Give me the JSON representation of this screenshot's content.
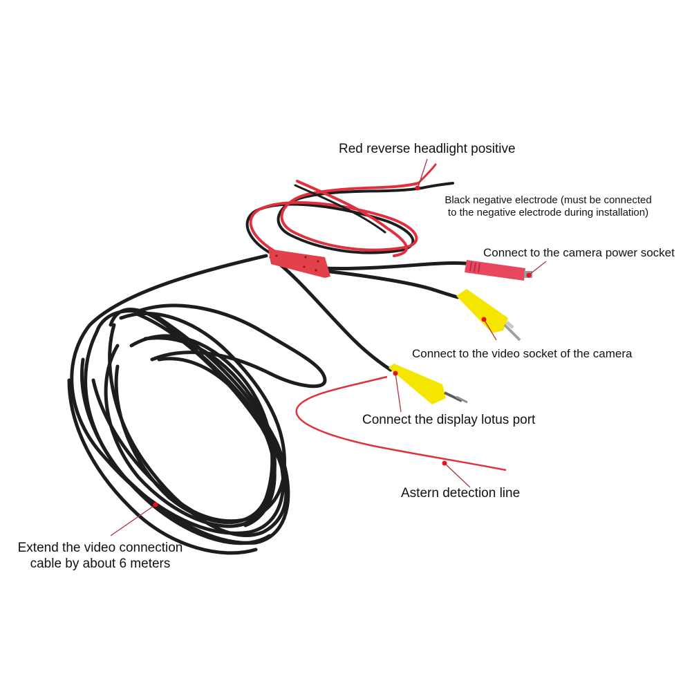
{
  "diagram": {
    "subject": "Reverse camera video extension cable with power split",
    "colors": {
      "background": "#ffffff",
      "cable_black": "#1c1d1f",
      "wire_red": "#e0303e",
      "splitter_red": "#e2404a",
      "rca_yellow": "#f5e600",
      "dc_plug_pink": "#e8485e",
      "leader_line": "#b0303a",
      "leader_dot": "#e8101c",
      "text": "#111111"
    },
    "labels": {
      "red_positive": "Red reverse headlight positive",
      "black_negative_line1": "Black negative electrode (must be connected",
      "black_negative_line2": "to the negative electrode during installation)",
      "camera_power": "Connect to the camera power socket",
      "camera_video": "Connect to the video socket of the camera",
      "display_lotus": "Connect the display lotus port",
      "astern_detection": "Astern detection line",
      "extension_line1": "Extend the video connection",
      "extension_line2": "cable by about 6 meters"
    },
    "components": [
      {
        "id": "red-black-power-wire",
        "name": "Red/black power lead"
      },
      {
        "id": "splitter-block",
        "name": "Red splitter junction"
      },
      {
        "id": "dc-power-plug",
        "name": "DC power plug (to camera)"
      },
      {
        "id": "rca-camera",
        "name": "Yellow RCA plug (to camera video)"
      },
      {
        "id": "rca-display",
        "name": "Yellow RCA plug (to display)"
      },
      {
        "id": "trigger-wire",
        "name": "Red astern detection wire"
      },
      {
        "id": "cable-coil",
        "name": "6 m black video extension coil"
      }
    ]
  }
}
